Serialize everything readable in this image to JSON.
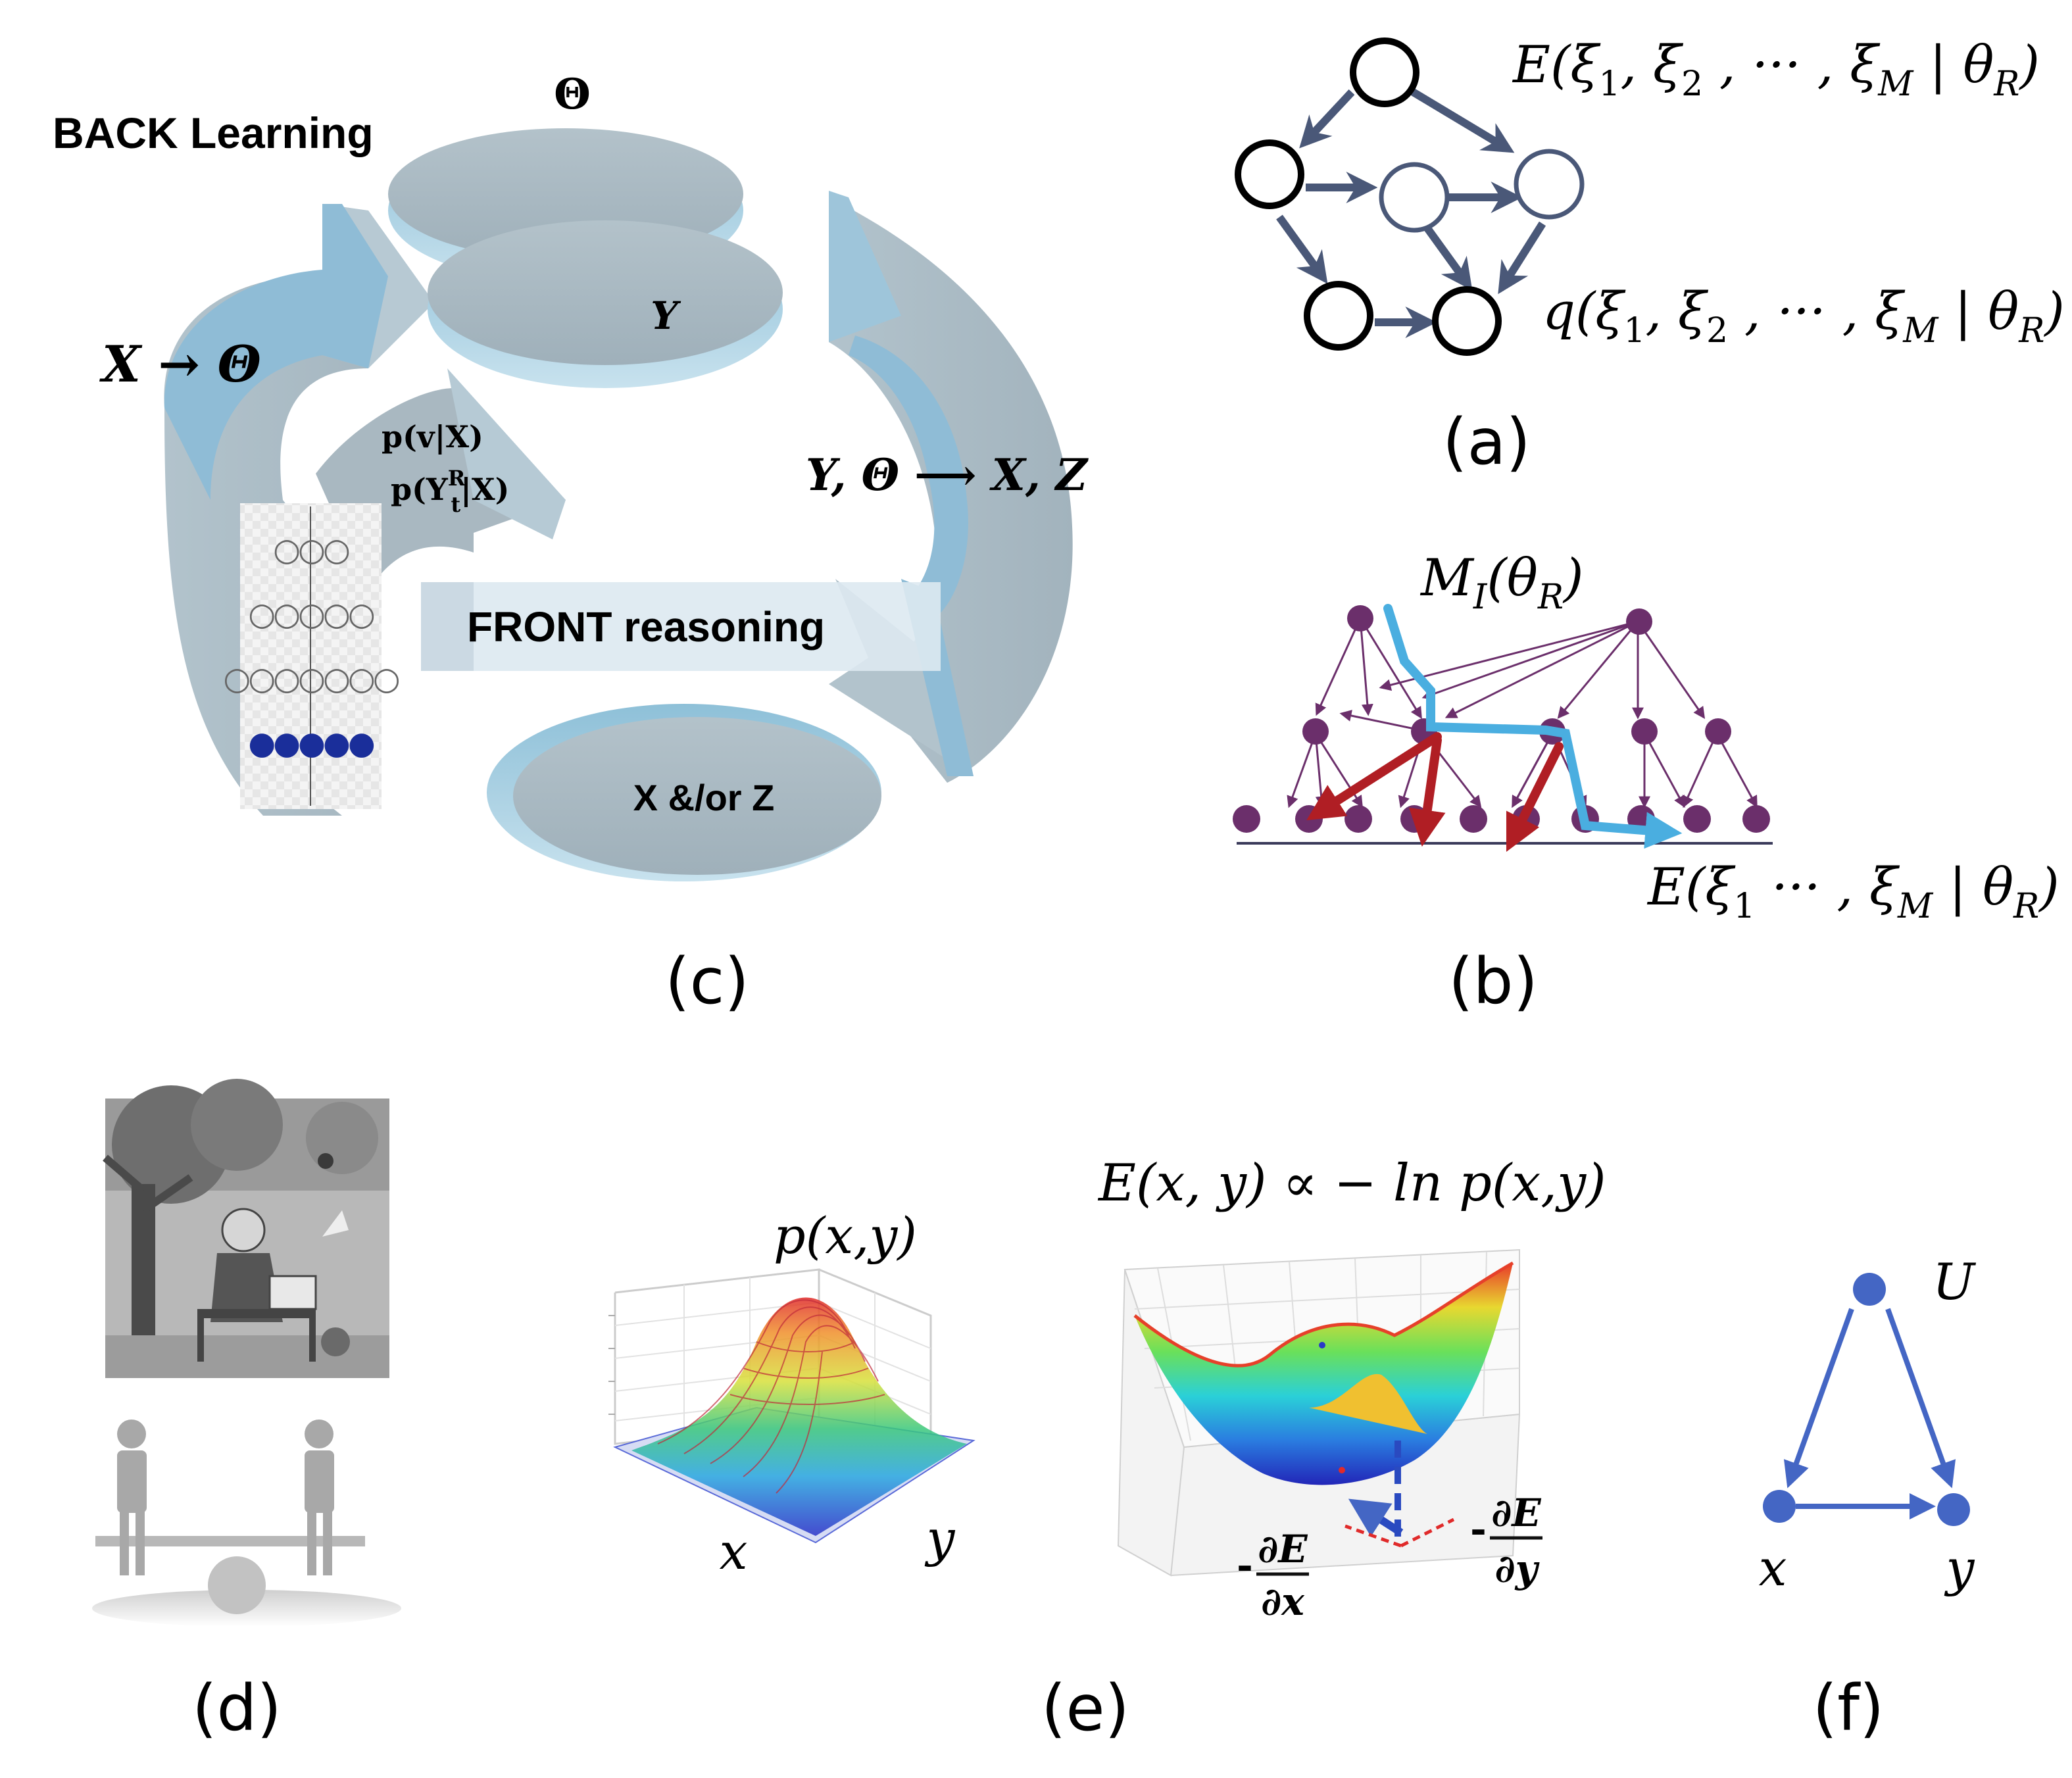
{
  "panel_labels": {
    "a": "(a)",
    "b": "(b)",
    "c": "(c)",
    "d": "(d)",
    "e": "(e)",
    "f": "(f)"
  },
  "panel_c": {
    "back_learning": "BACK Learning",
    "theta": "Θ",
    "y_disk": "Y",
    "x_theta": "X → Θ",
    "p_v": "p(v|X)",
    "p_y": "p(Y",
    "p_y_sup": "R",
    "p_y_sub": "t",
    "p_y_tail": "|X)",
    "y_theta_xz": "Y, Θ ⟶  X, Z",
    "front_reasoning": "FRONT reasoning",
    "xz_disk": "X &/or Z",
    "layer_rows": [
      "○○○",
      "○○○○○",
      "○○○○○○○",
      "●●●●●"
    ]
  },
  "panel_a": {
    "energy": "E(ξ₁, ξ₂ , ··· , ξ_M | θ_R)",
    "energy_parts": [
      "E(ξ",
      "1",
      ", ξ",
      "2",
      " , ··· , ξ",
      "M",
      " | θ",
      "R",
      ")"
    ],
    "q_parts": [
      "q(ξ",
      "1",
      ", ξ",
      "2",
      " , ··· , ξ",
      "M",
      " | θ",
      "R",
      ")"
    ]
  },
  "panel_b": {
    "mi_parts": [
      "M",
      "I",
      "(θ",
      "R",
      ")"
    ],
    "energy_parts": [
      "E(ξ",
      "1",
      " ··· , ξ",
      "M",
      " | θ",
      "R",
      ")"
    ]
  },
  "panel_e": {
    "pxy": "p(x,y)",
    "energy_rel": "E(x, y) ∝ − ln p(x,y)",
    "x": "x",
    "y": "y",
    "grad_x_num": "∂E",
    "grad_x_den": "∂x",
    "grad_y_num": "∂E",
    "grad_y_den": "∂y",
    "minus": "-"
  },
  "panel_f": {
    "u": "U",
    "x": "x",
    "y": "y"
  },
  "colors": {
    "node_stroke": "#000000",
    "graph_arrow": "#4a5878",
    "purple": "#6b2f6b",
    "cyan": "#4aaee0",
    "red": "#b01e24",
    "steel": "#a9b7c0",
    "steel_light": "#c4d6e0",
    "blue_graph": "#4466c4"
  }
}
